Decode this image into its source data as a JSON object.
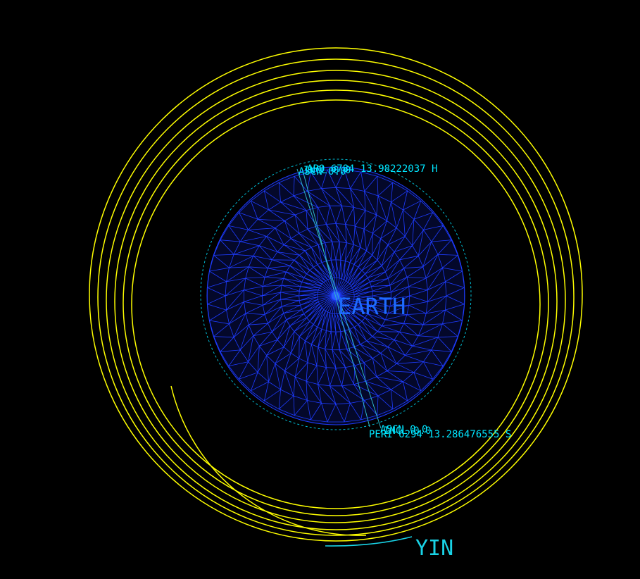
{
  "scene": {
    "planet_label": "EARTH",
    "spacecraft_label": "YIN",
    "apoapsis_readouts": [
      "APO 6784 13.98222037 H",
      "INCL 0.0",
      "ASCN 0.0"
    ],
    "periapsis_readouts": [
      "PERI 6294 13.286476555 S",
      "ASCN 0.0",
      "INCL 0.0"
    ],
    "orbit_count": 6
  },
  "colors": {
    "background": "#000000",
    "orbit": "#ffff00",
    "planet_mesh": "#1e3cff",
    "planet_label": "#1e6bff",
    "readout_text": "#00e5ff",
    "spacecraft_trail": "#19d3e6",
    "atmosphere_ring": "#00bcd4"
  }
}
